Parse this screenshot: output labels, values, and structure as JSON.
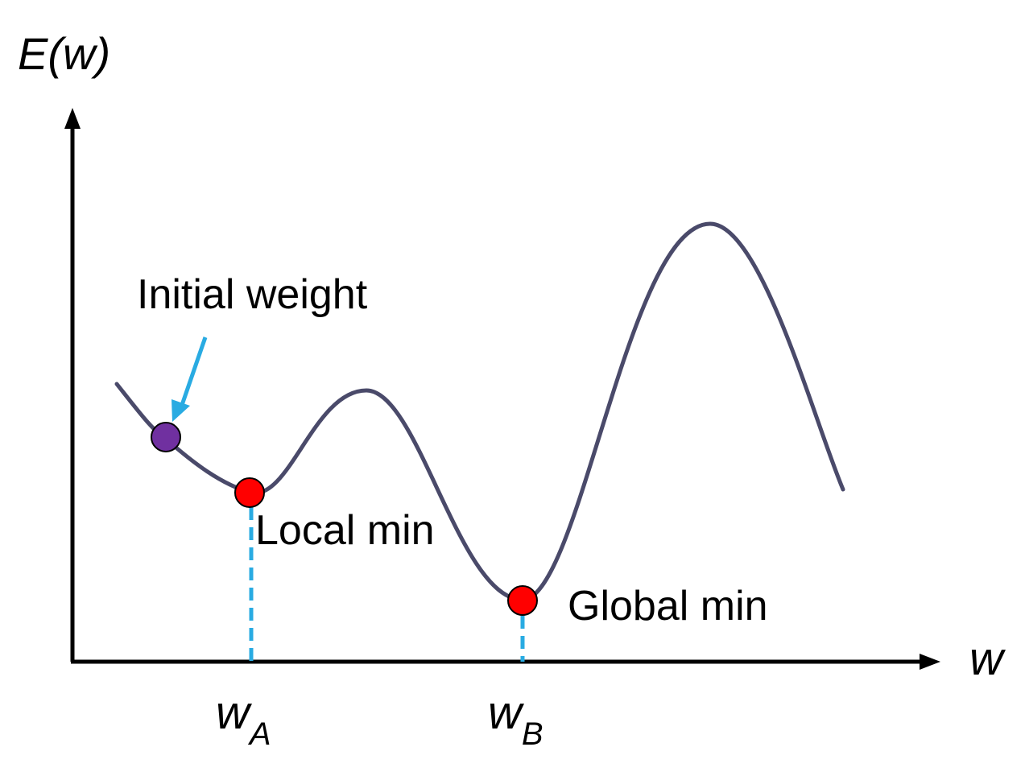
{
  "diagram": {
    "y_axis_label": "E(w)",
    "x_axis_label": "w",
    "tick_a": {
      "main": "w",
      "sub": "A"
    },
    "tick_b": {
      "main": "w",
      "sub": "B"
    },
    "annotations": {
      "initial": "Initial weight",
      "local": "Local min",
      "global": "Global min"
    }
  },
  "colors": {
    "axis": "#000000",
    "curve": "#4a4a6a",
    "guide": "#29abe2",
    "arrow": "#29abe2",
    "initial_point": "#7030a0",
    "min_point": "#ff0000"
  }
}
